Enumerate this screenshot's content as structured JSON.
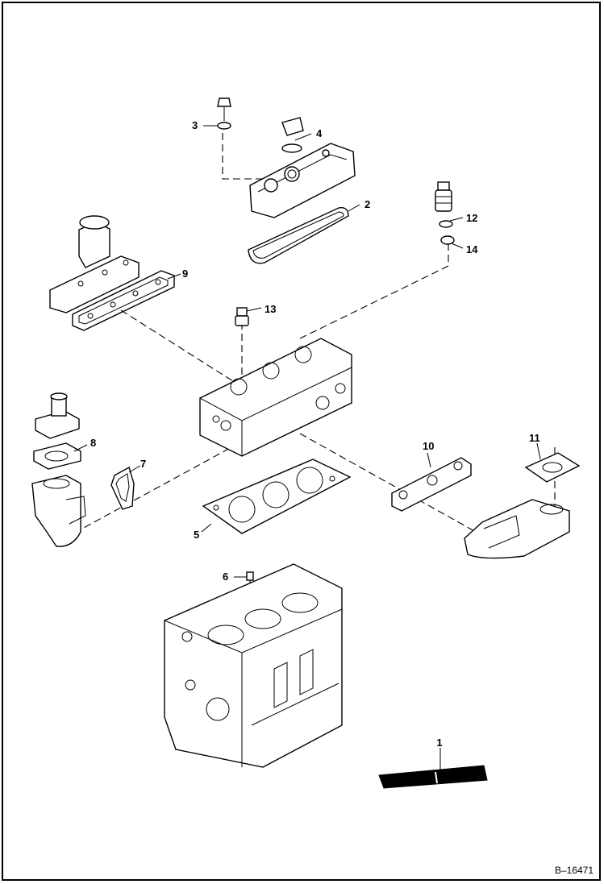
{
  "diagram": {
    "reference": "B–16471",
    "callouts": [
      "1",
      "2",
      "3",
      "4",
      "5",
      "6",
      "7",
      "8",
      "9",
      "10",
      "11",
      "12",
      "13",
      "14"
    ],
    "colors": {
      "line": "#000000",
      "background": "#ffffff"
    }
  }
}
